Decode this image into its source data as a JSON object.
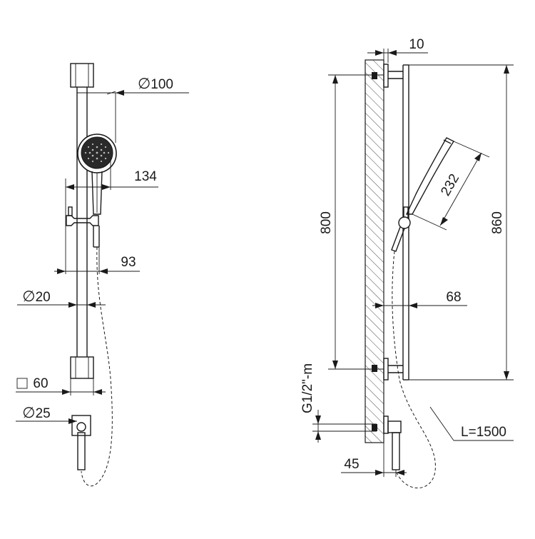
{
  "front_view": {
    "hand_shower_diameter": "100",
    "hand_shower_width": "134",
    "holder_offset": "93",
    "bar_diameter": "20",
    "bracket_square": "60",
    "outlet_diameter": "25"
  },
  "side_view": {
    "wall_gap": "10",
    "bracket_spacing": "800",
    "hand_shower_length": "232",
    "overall_height": "860",
    "bar_projection": "68",
    "connection_thread": "G1/2\"-m",
    "outlet_projection": "45",
    "hose_length": "L=1500"
  },
  "colors": {
    "line": "#1a1a1a",
    "background": "#ffffff"
  }
}
